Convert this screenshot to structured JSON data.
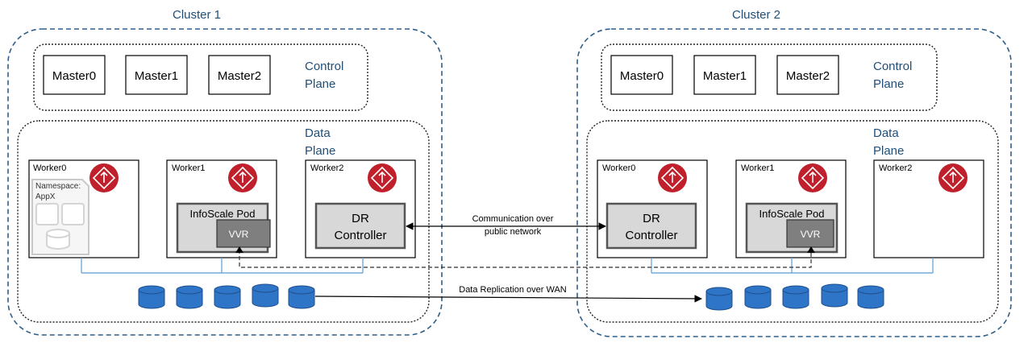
{
  "clusters": [
    {
      "title": "Cluster 1",
      "control_plane_label_1": "Control",
      "control_plane_label_2": "Plane",
      "masters": [
        "Master0",
        "Master1",
        "Master2"
      ],
      "data_plane_label_1": "Data",
      "data_plane_label_2": "Plane",
      "workers": [
        "Worker0",
        "Worker1",
        "Worker2"
      ],
      "namespace_label_1": "Namespace:",
      "namespace_label_2": "AppX",
      "infoscale_pod_label": "InfoScale Pod",
      "vvr_label": "VVR",
      "dr_controller_label_1": "DR",
      "dr_controller_label_2": "Controller"
    },
    {
      "title": "Cluster 2",
      "control_plane_label_1": "Control",
      "control_plane_label_2": "Plane",
      "masters": [
        "Master0",
        "Master1",
        "Master2"
      ],
      "data_plane_label_1": "Data",
      "data_plane_label_2": "Plane",
      "workers": [
        "Worker0",
        "Worker1",
        "Worker2"
      ],
      "infoscale_pod_label": "InfoScale Pod",
      "vvr_label": "VVR",
      "dr_controller_label_1": "DR",
      "dr_controller_label_2": "Controller"
    }
  ],
  "links": {
    "communication_label_1": "Communication over",
    "communication_label_2": "public network",
    "replication_label": "Data Replication over WAN"
  },
  "colors": {
    "cluster_border": "#2f5f8a",
    "disk_fill": "#2e75c8",
    "disk_stroke": "#1f4e8a",
    "badge_fill": "#c0202b",
    "pod_fill": "#d8d8d8",
    "vvr_fill": "#7f7f7f",
    "network_line": "#5b9bd5"
  },
  "icons": {
    "worker_badge": "kubernetes-worker-icon",
    "disk": "storage-disk-icon"
  }
}
